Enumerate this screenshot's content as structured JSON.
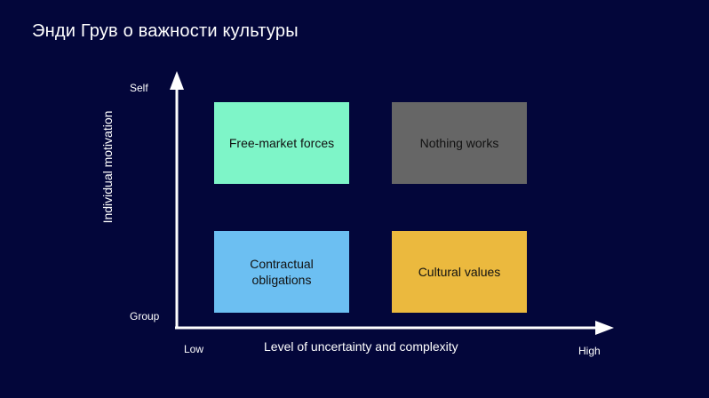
{
  "slide": {
    "title": "Энди Грув о важности культуры"
  },
  "diagram": {
    "y_axis": {
      "title": "Individual motivation",
      "top_label": "Self",
      "bottom_label": "Group"
    },
    "x_axis": {
      "title": "Level of uncertainty and complexity",
      "left_label": "Low",
      "right_label": "High"
    },
    "quadrants": {
      "top_left": {
        "label": "Free-market forces",
        "color": "#7ef5c8"
      },
      "top_right": {
        "label": "Nothing works",
        "color": "#666666"
      },
      "bottom_left": {
        "label": "Contractual obligations",
        "color": "#6cbff2"
      },
      "bottom_right": {
        "label": "Cultural values",
        "color": "#ebb93e"
      }
    },
    "colors": {
      "background": "#03063a",
      "axis": "#ffffff"
    }
  }
}
